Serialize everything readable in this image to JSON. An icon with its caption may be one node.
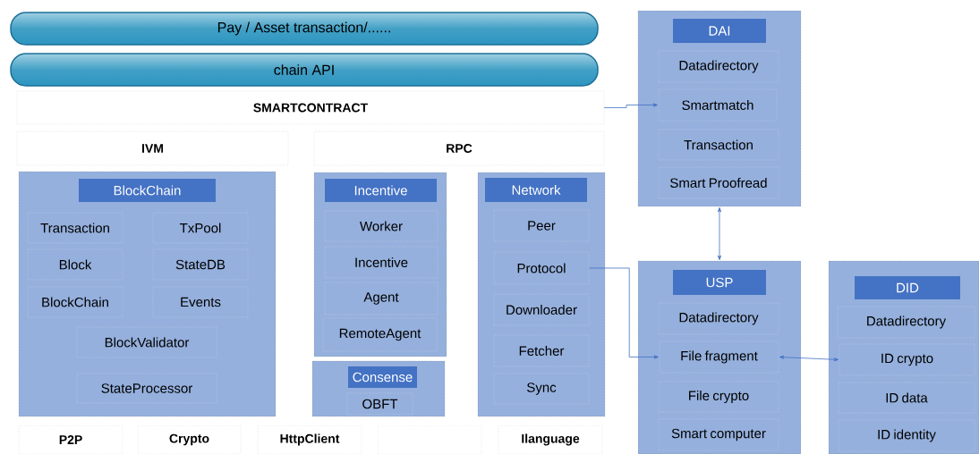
{
  "diagram": {
    "nodes": [
      {
        "text": [
          "Pay / Asset transaction/......"
        ]
      },
      {
        "text": [
          "chain API"
        ]
      },
      {
        "text": [
          "SMARTCONTRACT"
        ]
      },
      {
        "text": [
          "IVM"
        ]
      },
      {
        "text": [
          "RPC"
        ]
      },
      {
        "text": [
          "BlockChain"
        ]
      },
      {
        "text": [
          "Transaction"
        ],
        "in": 5
      },
      {
        "text": [
          "TxPool"
        ],
        "in": 5
      },
      {
        "text": [
          "Block"
        ],
        "in": 5
      },
      {
        "text": [
          "StateDB"
        ],
        "in": 5
      },
      {
        "text": [
          "BlockChain"
        ],
        "in": 5
      },
      {
        "text": [
          "Events"
        ],
        "in": 5
      },
      {
        "text": [
          "BlockValidator"
        ],
        "in": 5
      },
      {
        "text": [
          "StateProcessor"
        ],
        "in": 5
      },
      {
        "text": [
          "Incentive"
        ]
      },
      {
        "text": [
          "Worker"
        ],
        "in": 14
      },
      {
        "text": [
          "Incentive"
        ],
        "in": 14
      },
      {
        "text": [
          "Agent"
        ],
        "in": 14
      },
      {
        "text": [
          "RemoteAgent"
        ],
        "in": 14
      },
      {
        "text": [
          "Consense"
        ]
      },
      {
        "text": [
          "OBFT"
        ],
        "in": 19
      },
      {
        "text": [
          "Network"
        ]
      },
      {
        "text": [
          "Peer"
        ],
        "in": 21
      },
      {
        "text": [
          "Protocol"
        ],
        "in": 21
      },
      {
        "text": [
          "Downloader"
        ],
        "in": 21
      },
      {
        "text": [
          "Fetcher"
        ],
        "in": 21
      },
      {
        "text": [
          "Sync"
        ],
        "in": 21
      },
      {
        "text": [
          "P2P"
        ]
      },
      {
        "text": [
          "Crypto"
        ]
      },
      {
        "text": [
          "HttpClient"
        ]
      },
      {
        "text": [],
        "shape": "box"
      },
      {
        "text": [
          "Ilanguage"
        ]
      },
      {
        "text": [
          "DAI"
        ]
      },
      {
        "text": [
          "Datadirectory"
        ],
        "in": 32
      },
      {
        "text": [
          "Smartmatch"
        ],
        "in": 32
      },
      {
        "text": [
          "Transaction"
        ],
        "in": 32
      },
      {
        "text": [
          "Smart Proofread"
        ],
        "in": 32
      },
      {
        "text": [
          "USP"
        ]
      },
      {
        "text": [
          "Datadirectory"
        ],
        "in": 37
      },
      {
        "text": [
          "File fragment"
        ],
        "in": 37
      },
      {
        "text": [
          "File crypto"
        ],
        "in": 37
      },
      {
        "text": [
          "Smart computer"
        ],
        "in": 37
      },
      {
        "text": [
          "DID"
        ]
      },
      {
        "text": [
          "Datadirectory"
        ],
        "in": 42
      },
      {
        "text": [
          "ID crypto"
        ],
        "in": 42
      },
      {
        "text": [
          "ID data"
        ],
        "in": 42
      },
      {
        "text": [
          "ID identity"
        ],
        "in": 42
      }
    ],
    "edges": [
      {
        "from": 2,
        "to": 34,
        "arrow": "to"
      },
      {
        "from": 32,
        "to": 37,
        "arrow": "both"
      },
      {
        "from": 23,
        "to": 39,
        "arrow": "to"
      },
      {
        "from": 39,
        "to": 44,
        "arrow": "both"
      }
    ]
  }
}
